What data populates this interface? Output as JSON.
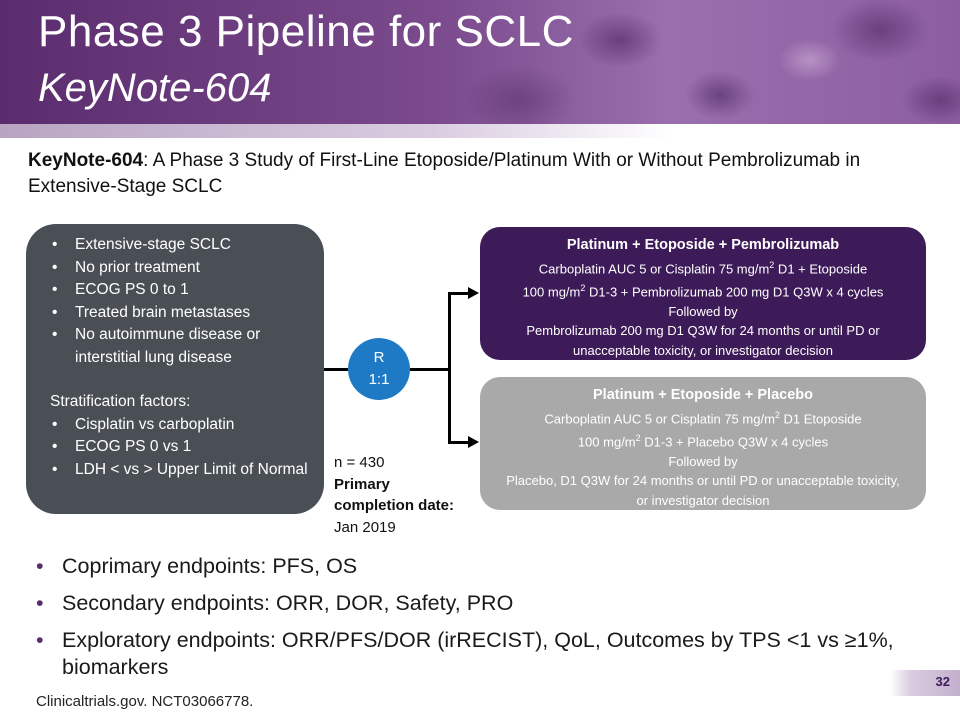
{
  "header": {
    "title": "Phase 3 Pipeline for SCLC",
    "subtitle": "KeyNote-604"
  },
  "study": {
    "name": "KeyNote-604",
    "description": ": A Phase 3 Study of First-Line Etoposide/Platinum With or Without Pembrolizumab in Extensive-Stage SCLC"
  },
  "eligibility": {
    "criteria": [
      "Extensive-stage SCLC",
      "No prior treatment",
      "ECOG PS 0 to 1",
      "Treated brain metastases",
      "No autoimmune disease or interstitial lung disease"
    ],
    "stratification_heading": "Stratification factors:",
    "stratification": [
      "Cisplatin vs carboplatin",
      "ECOG PS 0 vs 1",
      "LDH < vs > Upper Limit of Normal"
    ]
  },
  "randomization": {
    "label": "R",
    "ratio": "1:1"
  },
  "enrollment": {
    "n": "n = 430",
    "completion_label": "Primary completion date:",
    "completion_date": "Jan 2019"
  },
  "arms": [
    {
      "title": "Platinum + Etoposide + Pembrolizumab",
      "line1_pre": "Carboplatin AUC 5 or Cisplatin 75 mg/m",
      "line1_sup": "2",
      "line1_post": " D1 + Etoposide",
      "line2_pre": "100 mg/m",
      "line2_sup": "2",
      "line2_post": " D1-3 + Pembrolizumab  200 mg D1 Q3W x 4 cycles",
      "followed": "Followed by",
      "maintenance": "Pembrolizumab 200 mg D1 Q3W for 24 months or until PD or unacceptable toxicity, or investigator decision",
      "color": "#3d1a58"
    },
    {
      "title": "Platinum + Etoposide + Placebo",
      "line1_pre": "Carboplatin AUC 5 or Cisplatin 75 mg/m",
      "line1_sup": "2",
      "line1_post": " D1 Etoposide",
      "line2_pre": "100 mg/m",
      "line2_sup": "2",
      "line2_post": " D1-3 + Placebo Q3W x 4 cycles",
      "followed": "Followed by",
      "maintenance": "Placebo, D1 Q3W for 24 months or until PD or unacceptable toxicity, or investigator decision",
      "color": "#a9a9a9"
    }
  ],
  "endpoints": [
    "Coprimary endpoints: PFS, OS",
    "Secondary endpoints: ORR, DOR, Safety, PRO",
    "Exploratory endpoints: ORR/PFS/DOR (irRECIST), QoL, Outcomes by TPS <1 vs ≥1%, biomarkers"
  ],
  "footer": {
    "reference": "Clinicaltrials.gov. NCT03066778.",
    "page_number": "32"
  },
  "colors": {
    "banner": "#5a2c6e",
    "eligibility_box": "#4a4f55",
    "randomization_circle": "#1f7ac6"
  }
}
